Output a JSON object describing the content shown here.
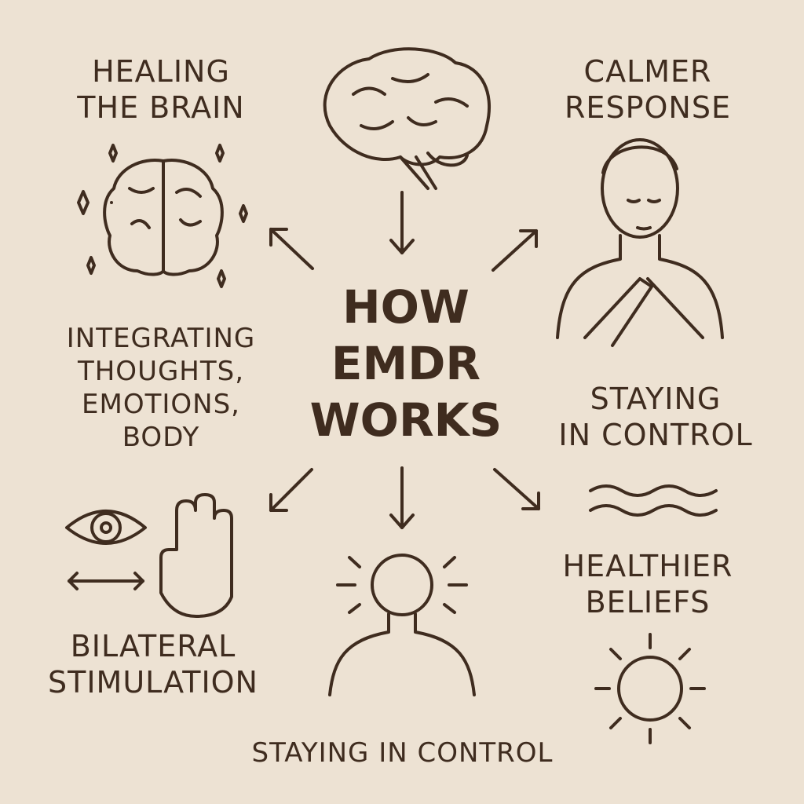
{
  "diagram": {
    "title": "HOW EMDR WORKS",
    "center_lines": [
      "HOW",
      "EMDR",
      "WORKS"
    ],
    "nodes": [
      {
        "id": "healing",
        "lines": [
          "HEALING",
          "THE BRAIN"
        ],
        "icon": "brain-top-view-icon"
      },
      {
        "id": "brain",
        "icon": "brain-side-view-icon"
      },
      {
        "id": "calmer",
        "lines": [
          "CALMER",
          "RESPONSE"
        ],
        "icon": "calm-person-icon"
      },
      {
        "id": "integrating",
        "lines": [
          "INTEGRATING",
          "THOUGHTS,",
          "EMOTIONS,",
          "BODY"
        ]
      },
      {
        "id": "staying-right",
        "lines": [
          "STAYING",
          "IN CONTROL"
        ],
        "icon": "waves-icon"
      },
      {
        "id": "bilateral",
        "lines": [
          "BILATERAL",
          "STIMULATION"
        ],
        "icon": "eye-hand-icon"
      },
      {
        "id": "staying-bottom",
        "lines": [
          "STAYING IN CONTROL"
        ],
        "icon": "person-radiating-icon"
      },
      {
        "id": "healthier",
        "lines": [
          "HEALTHIER",
          "BELIEFS"
        ],
        "icon": "sun-icon"
      }
    ],
    "colors": {
      "background": "#ede2d3",
      "ink": "#3f2c1f"
    }
  }
}
